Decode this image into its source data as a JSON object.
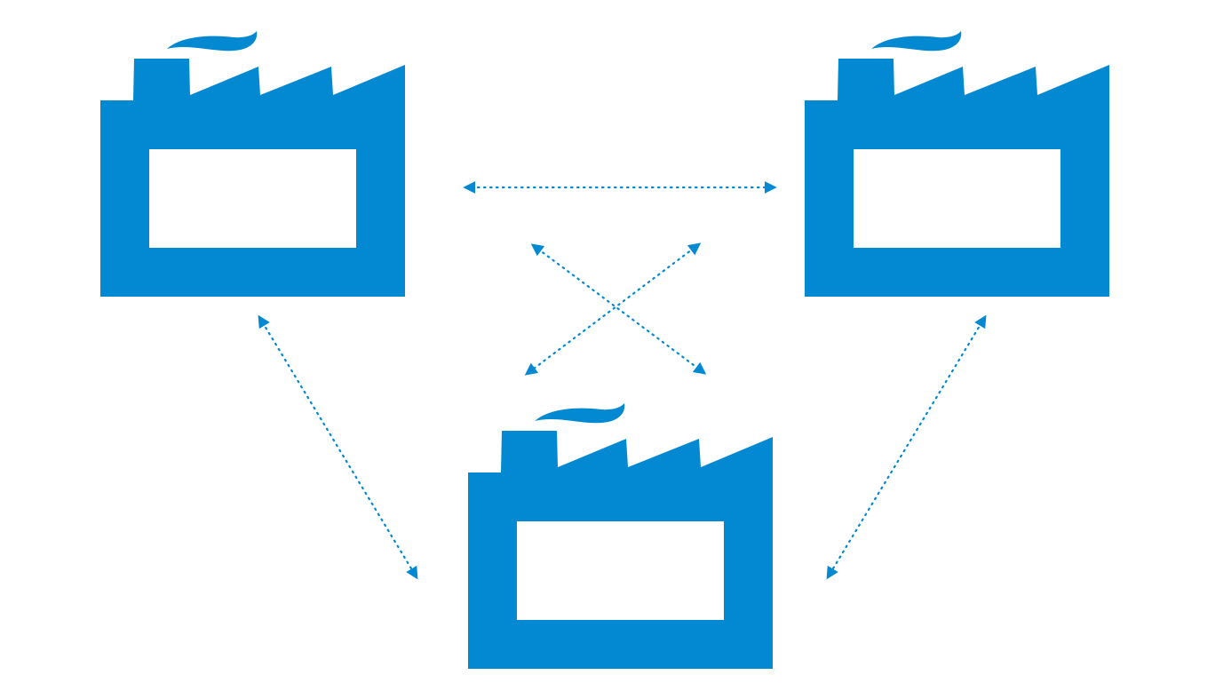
{
  "diagram": {
    "type": "network",
    "colors": {
      "accent": "#0289d1",
      "background": "#ffffff"
    },
    "nodes": [
      {
        "id": "factory-top-left",
        "icon": "factory-icon"
      },
      {
        "id": "factory-top-right",
        "icon": "factory-icon"
      },
      {
        "id": "factory-bottom",
        "icon": "factory-icon"
      }
    ],
    "connections": [
      {
        "from": "factory-top-left",
        "to": "factory-top-right",
        "style": "dotted",
        "direction": "bidirectional"
      },
      {
        "from": "factory-top-left",
        "to": "factory-bottom",
        "style": "dotted",
        "direction": "bidirectional"
      },
      {
        "from": "factory-top-right",
        "to": "factory-bottom",
        "style": "dotted",
        "direction": "bidirectional"
      }
    ],
    "cross_arrows": {
      "style": "dotted",
      "direction": "bidirectional",
      "count": 2
    }
  }
}
